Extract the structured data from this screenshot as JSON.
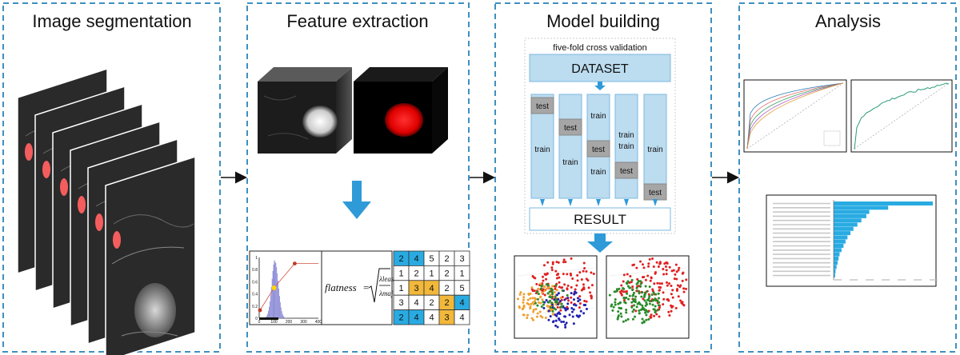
{
  "panels": [
    {
      "title": "Image segmentation"
    },
    {
      "title": "Feature extraction"
    },
    {
      "title": "Model building"
    },
    {
      "title": "Analysis"
    }
  ],
  "model": {
    "cv_title": "five-fold cross validation",
    "dataset_label": "DATASET",
    "result_label": "RESULT",
    "test_label": "test",
    "train_label": "train"
  },
  "feature": {
    "formula_lhs": "flatness",
    "formula_num": "λleast",
    "formula_den": "λmajor",
    "hist_y_ticks": [
      "0",
      "0.2",
      "0.4",
      "0.6",
      "0.8",
      "1"
    ],
    "hist_x_ticks": [
      "0",
      "100",
      "200",
      "300",
      "400"
    ],
    "matrix": [
      [
        2,
        4,
        5,
        2,
        3
      ],
      [
        1,
        2,
        1,
        2,
        1
      ],
      [
        1,
        3,
        4,
        2,
        5
      ],
      [
        3,
        4,
        2,
        2,
        4
      ],
      [
        2,
        4,
        4,
        3,
        4
      ]
    ],
    "matrix_highlight": {
      "blue": [
        [
          0,
          0
        ],
        [
          0,
          1
        ],
        [
          3,
          4
        ],
        [
          4,
          0
        ],
        [
          4,
          1
        ]
      ],
      "yellow": [
        [
          2,
          1
        ],
        [
          2,
          2
        ],
        [
          3,
          3
        ],
        [
          4,
          3
        ]
      ]
    }
  },
  "colors": {
    "panel_border": "#3f8fbf",
    "cv_fill": "#bcdcf0",
    "cv_stroke": "#7db8df",
    "test_fill": "#a6a6a6",
    "arrow_blue": "#2f9ad8",
    "bar_blue": "#29abe2"
  }
}
